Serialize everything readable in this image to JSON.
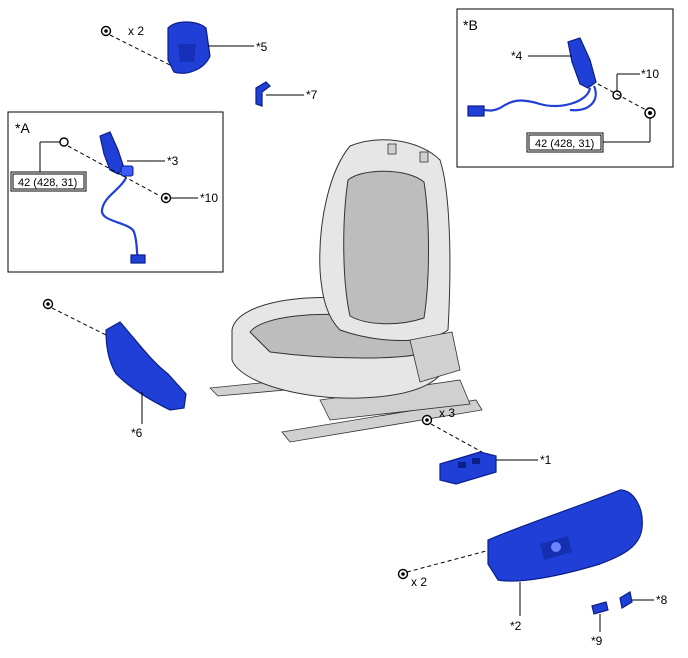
{
  "callouts": {
    "c1": "*1",
    "c2": "*2",
    "c3": "*3",
    "c4": "*4",
    "c5": "*5",
    "c6": "*6",
    "c7": "*7",
    "c8": "*8",
    "c9": "*9",
    "c10a": "*10",
    "c10b": "*10"
  },
  "insets": {
    "a_label": "*A",
    "b_label": "*B"
  },
  "torque": {
    "a": "42 (428, 31)",
    "b": "42 (428, 31)"
  },
  "quantities": {
    "q5": "x 2",
    "q1": "x 3",
    "q2": "x 2"
  }
}
